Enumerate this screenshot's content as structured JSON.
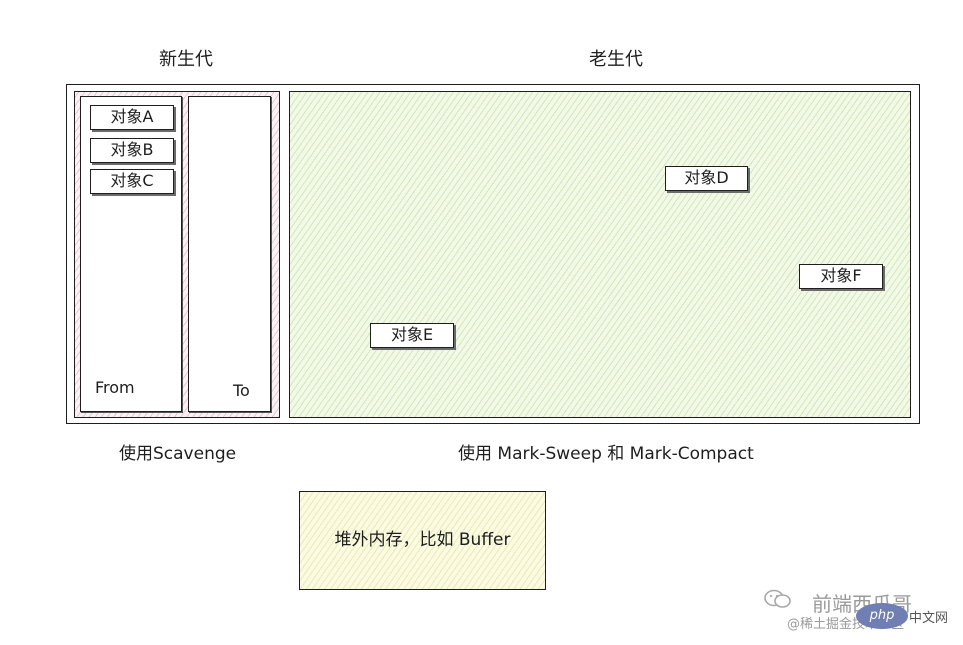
{
  "headers": {
    "young": "新生代",
    "old": "老生代"
  },
  "young_space": {
    "from_label": "From",
    "to_label": "To",
    "objects": [
      "对象A",
      "对象B",
      "对象C"
    ],
    "algorithm": "使用Scavenge"
  },
  "old_space": {
    "objects": [
      "对象D",
      "对象F",
      "对象E"
    ],
    "algorithm": "使用 Mark-Sweep 和 Mark-Compact"
  },
  "off_heap": {
    "label": "堆外内存，比如 Buffer"
  },
  "watermark": {
    "account": "前端西瓜哥",
    "platform": "@稀土掘金技术社区",
    "site": "中文网",
    "icon": "wechat-icon",
    "badge": "php"
  },
  "colors": {
    "old_fill": "#f3f9e8",
    "young_fill": "#fbf2f6",
    "off_heap_fill": "#fbfbe2"
  }
}
